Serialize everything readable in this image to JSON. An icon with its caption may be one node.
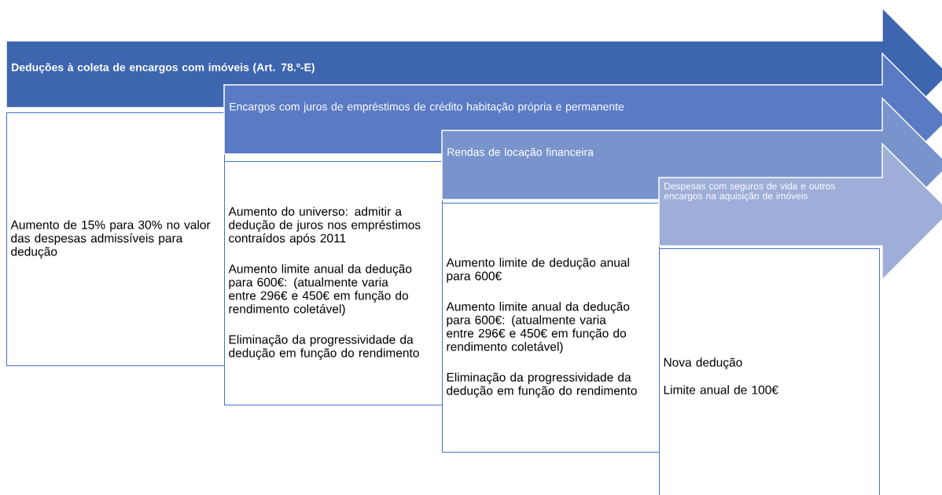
{
  "diagram": {
    "nodes": [
      {
        "text": [
          "Deduções à coleta de encargos com imóveis (Art. 78.º-E)"
        ]
      },
      {
        "text": [
          "Aumento de 15% para 30% no valor das despesas admissíveis para dedução"
        ]
      },
      {
        "text": [
          "Encargos com juros de empréstimos de crédito habitação própria e permanente"
        ]
      },
      {
        "text": [
          "Aumento do universo: admitir a dedução de juros nos empréstimos contraídos após 2011",
          "Aumento limite anual da dedução para 600€: (atualmente varia entre 296€ e 450€ em função do rendimento coletável)",
          "Eliminação da progressividade da dedução em função do rendimento"
        ]
      },
      {
        "text": [
          "Rendas de locação financeira"
        ]
      },
      {
        "text": [
          "Aumento limite de dedução anual para 600€",
          "Aumento limite anual da dedução para 600€: (atualmente varia entre 296€ e 450€ em função do rendimento coletável)",
          "Eliminação da progressividade da dedução em função do rendimento"
        ]
      },
      {
        "text": [
          "Despesas com seguros de vida e outros encargos na aquisição de imóveis"
        ]
      },
      {
        "text": [
          "Nova dedução",
          "Limite anual de 100€"
        ]
      }
    ]
  }
}
